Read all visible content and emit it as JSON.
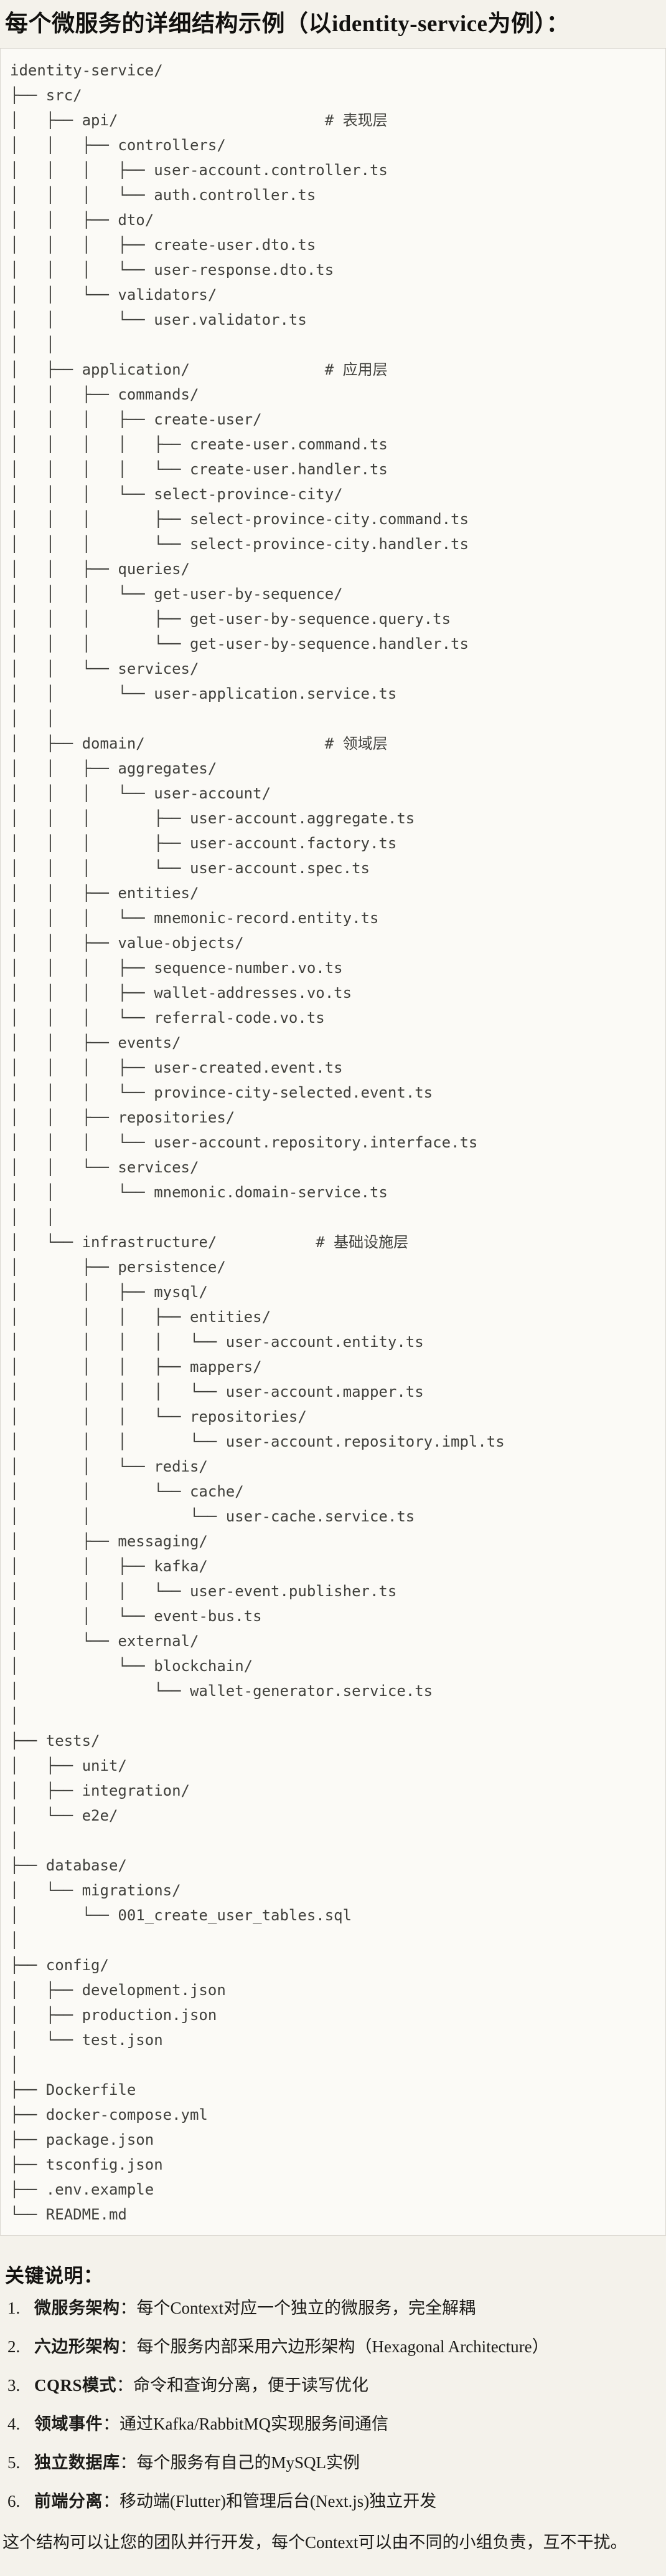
{
  "page": {
    "title": "每个微服务的详细结构示例（以identity-service为例）："
  },
  "colors": {
    "page_bg": "#f4f2eb",
    "code_bg": "#fbfaf6",
    "code_border": "#dad7d0",
    "tree_text": "#40403c",
    "body_text": "#1c1b18"
  },
  "tree": {
    "lines": [
      "identity-service/",
      "├── src/",
      "│   ├── api/                       # 表现层",
      "│   │   ├── controllers/",
      "│   │   │   ├── user-account.controller.ts",
      "│   │   │   └── auth.controller.ts",
      "│   │   ├── dto/",
      "│   │   │   ├── create-user.dto.ts",
      "│   │   │   └── user-response.dto.ts",
      "│   │   └── validators/",
      "│   │       └── user.validator.ts",
      "│   │",
      "│   ├── application/               # 应用层",
      "│   │   ├── commands/",
      "│   │   │   ├── create-user/",
      "│   │   │   │   ├── create-user.command.ts",
      "│   │   │   │   └── create-user.handler.ts",
      "│   │   │   └── select-province-city/",
      "│   │   │       ├── select-province-city.command.ts",
      "│   │   │       └── select-province-city.handler.ts",
      "│   │   ├── queries/",
      "│   │   │   └── get-user-by-sequence/",
      "│   │   │       ├── get-user-by-sequence.query.ts",
      "│   │   │       └── get-user-by-sequence.handler.ts",
      "│   │   └── services/",
      "│   │       └── user-application.service.ts",
      "│   │",
      "│   ├── domain/                    # 领域层",
      "│   │   ├── aggregates/",
      "│   │   │   └── user-account/",
      "│   │   │       ├── user-account.aggregate.ts",
      "│   │   │       ├── user-account.factory.ts",
      "│   │   │       └── user-account.spec.ts",
      "│   │   ├── entities/",
      "│   │   │   └── mnemonic-record.entity.ts",
      "│   │   ├── value-objects/",
      "│   │   │   ├── sequence-number.vo.ts",
      "│   │   │   ├── wallet-addresses.vo.ts",
      "│   │   │   └── referral-code.vo.ts",
      "│   │   ├── events/",
      "│   │   │   ├── user-created.event.ts",
      "│   │   │   └── province-city-selected.event.ts",
      "│   │   ├── repositories/",
      "│   │   │   └── user-account.repository.interface.ts",
      "│   │   └── services/",
      "│   │       └── mnemonic.domain-service.ts",
      "│   │",
      "│   └── infrastructure/           # 基础设施层",
      "│       ├── persistence/",
      "│       │   ├── mysql/",
      "│       │   │   ├── entities/",
      "│       │   │   │   └── user-account.entity.ts",
      "│       │   │   ├── mappers/",
      "│       │   │   │   └── user-account.mapper.ts",
      "│       │   │   └── repositories/",
      "│       │   │       └── user-account.repository.impl.ts",
      "│       │   └── redis/",
      "│       │       └── cache/",
      "│       │           └── user-cache.service.ts",
      "│       ├── messaging/",
      "│       │   ├── kafka/",
      "│       │   │   └── user-event.publisher.ts",
      "│       │   └── event-bus.ts",
      "│       └── external/",
      "│           └── blockchain/",
      "│               └── wallet-generator.service.ts",
      "│",
      "├── tests/",
      "│   ├── unit/",
      "│   ├── integration/",
      "│   └── e2e/",
      "│",
      "├── database/",
      "│   └── migrations/",
      "│       └── 001_create_user_tables.sql",
      "│",
      "├── config/",
      "│   ├── development.json",
      "│   ├── production.json",
      "│   └── test.json",
      "│",
      "├── Dockerfile",
      "├── docker-compose.yml",
      "├── package.json",
      "├── tsconfig.json",
      "├── .env.example",
      "└── README.md"
    ]
  },
  "notes": {
    "heading": "关键说明：",
    "items": [
      {
        "num": "1.",
        "term": "微服务架构",
        "colon": "：",
        "desc": "每个Context对应一个独立的微服务，完全解耦"
      },
      {
        "num": "2.",
        "term": "六边形架构",
        "colon": "：",
        "desc": "每个服务内部采用六边形架构（Hexagonal Architecture）"
      },
      {
        "num": "3.",
        "term": "CQRS模式",
        "colon": "：",
        "desc": "命令和查询分离，便于读写优化"
      },
      {
        "num": "4.",
        "term": "领域事件",
        "colon": "：",
        "desc": "通过Kafka/RabbitMQ实现服务间通信"
      },
      {
        "num": "5.",
        "term": "独立数据库",
        "colon": "：",
        "desc": "每个服务有自己的MySQL实例"
      },
      {
        "num": "6.",
        "term": "前端分离",
        "colon": "：",
        "desc": "移动端(Flutter)和管理后台(Next.js)独立开发"
      }
    ],
    "closing": "这个结构可以让您的团队并行开发，每个Context可以由不同的小组负责，互不干扰。"
  }
}
